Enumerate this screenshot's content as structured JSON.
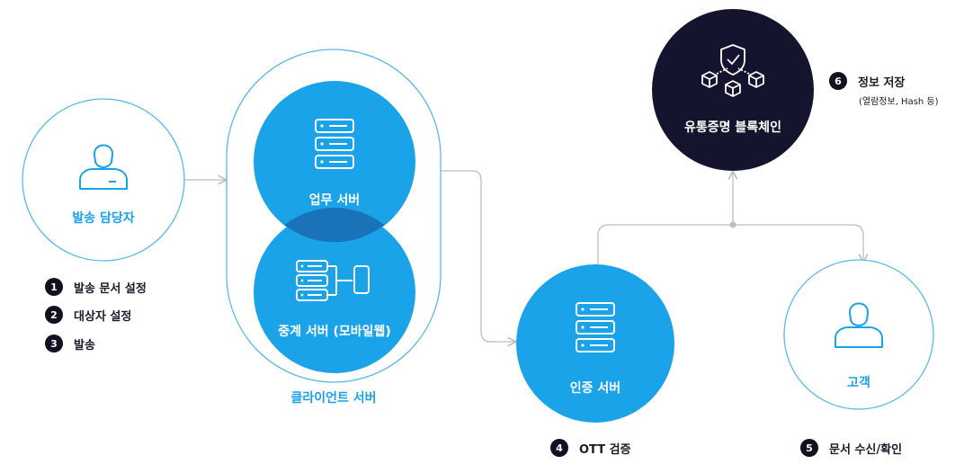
{
  "nodes": {
    "sender": "발송 담당자",
    "work_server": "업무 서버",
    "relay_server": "중계 서버 (모바일웹)",
    "client_server": "클라이언트 서버",
    "auth_server": "인증 서버",
    "blockchain": "유통증명 블록체인",
    "customer": "고객"
  },
  "sender_steps": [
    {
      "num": "1",
      "label": "발송 문서 설정"
    },
    {
      "num": "2",
      "label": "대상자 설정"
    },
    {
      "num": "3",
      "label": "발송"
    }
  ],
  "auth_step": {
    "num": "4",
    "label": "OTT 검증"
  },
  "customer_step": {
    "num": "5",
    "label": "문서 수신/확인"
  },
  "store_step": {
    "num": "6",
    "label": "정보 저장",
    "note": "(열람정보, Hash 등)"
  },
  "colors": {
    "accent_blue": "#1aa3e8",
    "overlap_blue": "#1a73b8",
    "outline_blue": "#5bb8ea",
    "dark_navy": "#14142e",
    "connector_gray": "#bdbdbd"
  }
}
